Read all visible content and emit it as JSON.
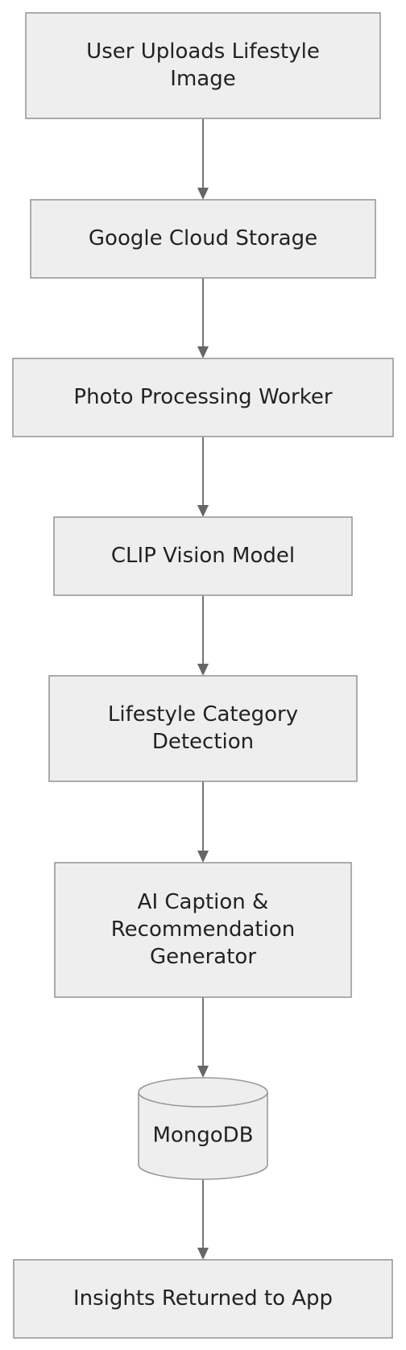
{
  "colors": {
    "node_fill": "#eeeeee",
    "node_stroke": "#999999",
    "edge": "#666666",
    "text": "#222222"
  },
  "nodes": [
    {
      "id": "upload",
      "shape": "rect",
      "lines": [
        "User Uploads Lifestyle",
        "Image"
      ]
    },
    {
      "id": "gcs",
      "shape": "rect",
      "lines": [
        "Google Cloud Storage"
      ]
    },
    {
      "id": "worker",
      "shape": "rect",
      "lines": [
        "Photo Processing Worker"
      ]
    },
    {
      "id": "clip",
      "shape": "rect",
      "lines": [
        "CLIP Vision Model"
      ]
    },
    {
      "id": "category",
      "shape": "rect",
      "lines": [
        "Lifestyle Category",
        "Detection"
      ]
    },
    {
      "id": "caption",
      "shape": "rect",
      "lines": [
        "AI Caption &",
        "Recommendation",
        "Generator"
      ]
    },
    {
      "id": "mongodb",
      "shape": "cylinder",
      "lines": [
        "MongoDB"
      ]
    },
    {
      "id": "insights",
      "shape": "rect",
      "lines": [
        "Insights Returned to App"
      ]
    }
  ],
  "edges": [
    {
      "from": "upload",
      "to": "gcs"
    },
    {
      "from": "gcs",
      "to": "worker"
    },
    {
      "from": "worker",
      "to": "clip"
    },
    {
      "from": "clip",
      "to": "category"
    },
    {
      "from": "category",
      "to": "caption"
    },
    {
      "from": "caption",
      "to": "mongodb"
    },
    {
      "from": "mongodb",
      "to": "insights"
    }
  ]
}
